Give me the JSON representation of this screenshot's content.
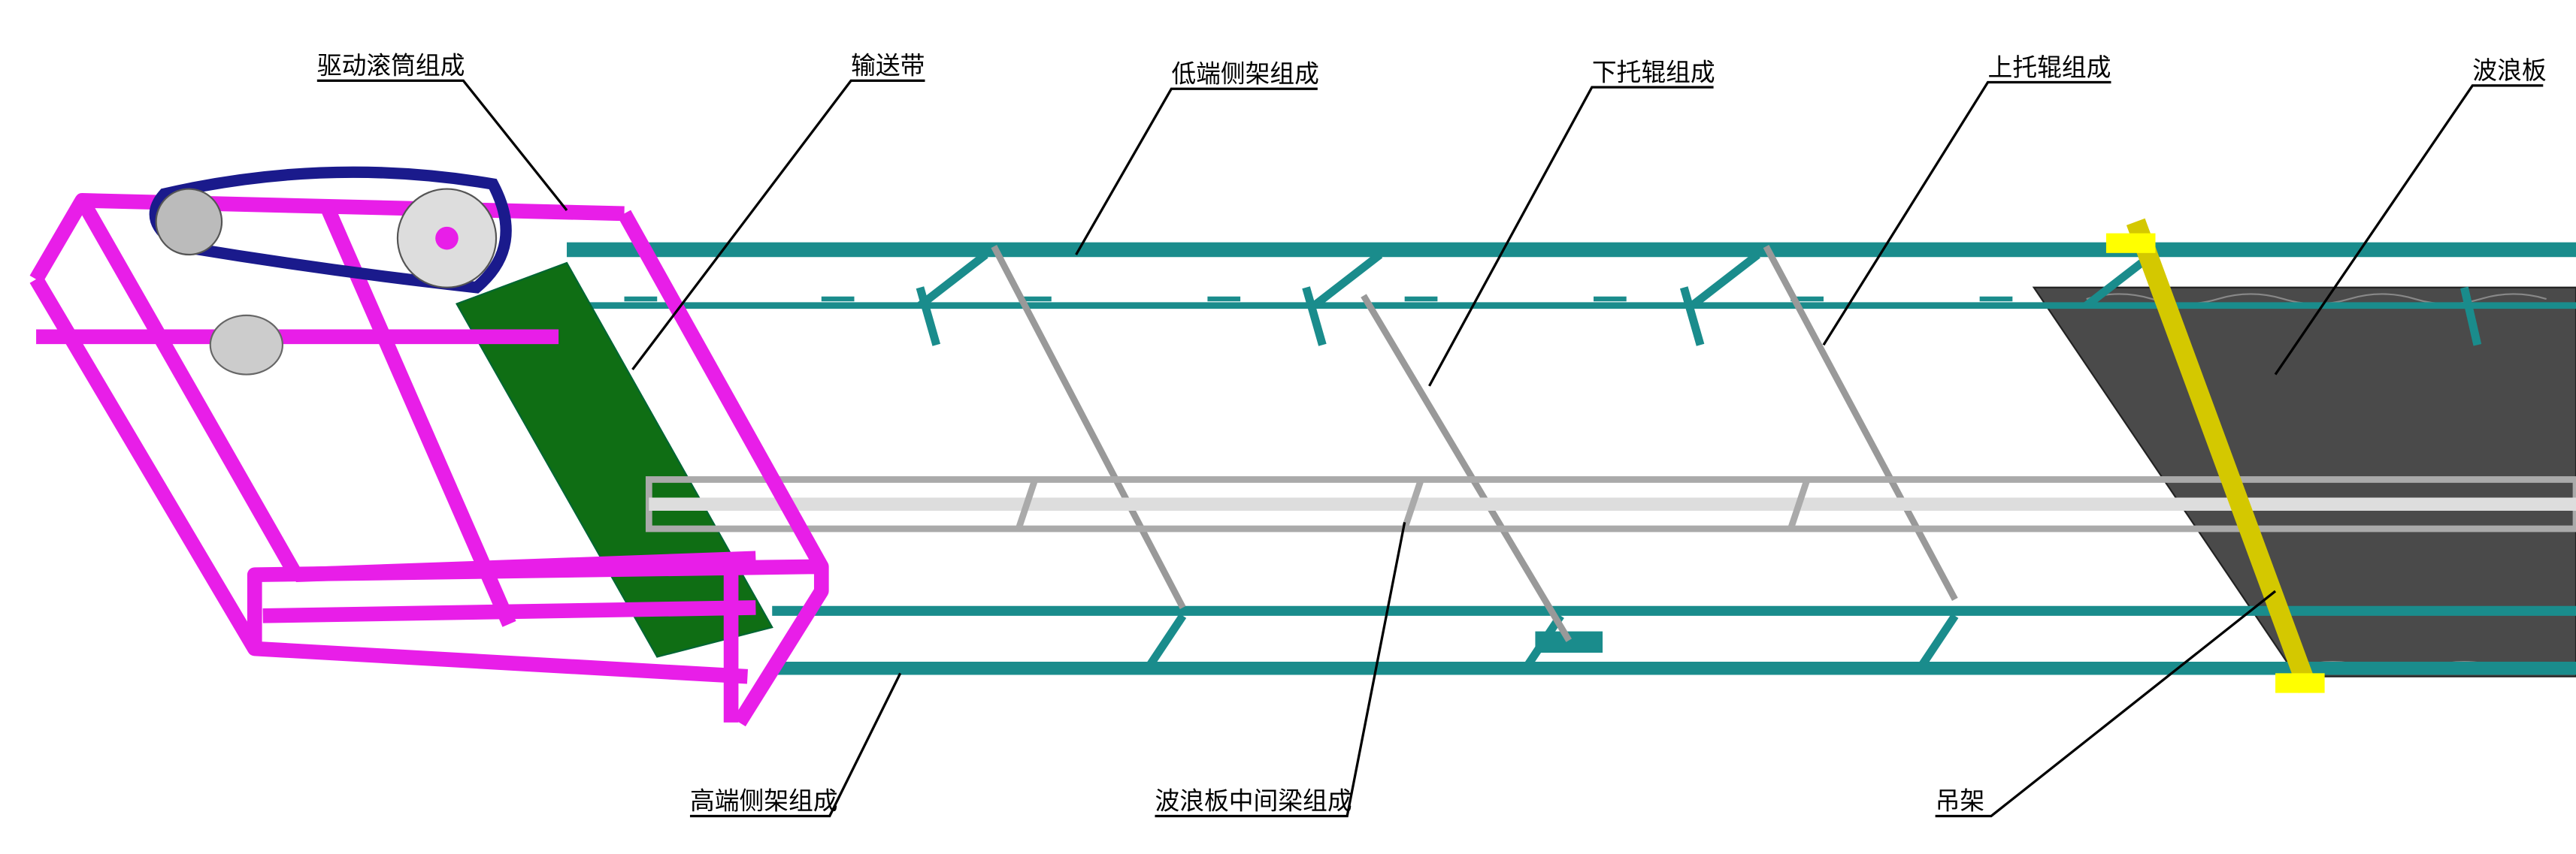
{
  "labels": {
    "drive_drum": "驱动滚筒组成",
    "belt": "输送带",
    "low_side_frame": "低端侧架组成",
    "lower_idler": "下托辊组成",
    "upper_idler": "上托辊组成",
    "wave_plate": "波浪板",
    "high_side_frame": "高端侧架组成",
    "wave_plate_middle_beam": "波浪板中间梁组成",
    "hanger": "吊架"
  },
  "colors": {
    "frame": "#e81ee8",
    "rail": "#1a8c8c",
    "belt": "#0f6e14",
    "beam": "#c8c8c8",
    "plate": "#4a4a4a",
    "hanger": "#d4c800",
    "chain": "#1a1a8c"
  }
}
